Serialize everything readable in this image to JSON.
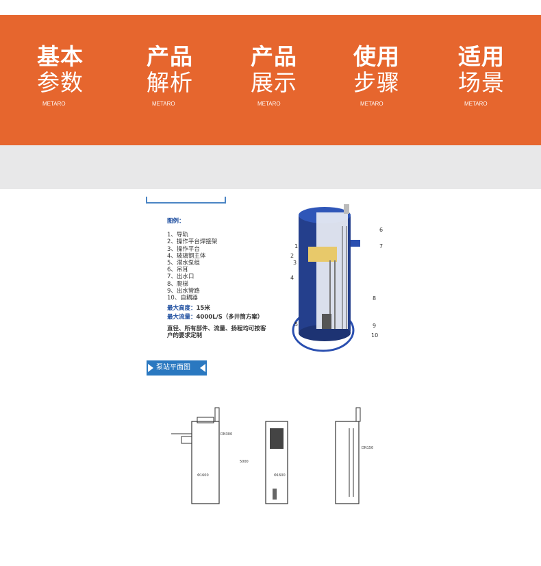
{
  "nav": {
    "items": [
      {
        "line1": "基本",
        "line2": "参数",
        "sub": "METARO"
      },
      {
        "line1": "产品",
        "line2": "解析",
        "sub": "METARO"
      },
      {
        "line1": "产品",
        "line2": "展示",
        "sub": "METARO"
      },
      {
        "line1": "使用",
        "line2": "步骤",
        "sub": "METARO"
      },
      {
        "line1": "适用",
        "line2": "场景",
        "sub": "METARO"
      }
    ],
    "background": "#e6662e"
  },
  "legend": {
    "title": "图例：",
    "items": [
      "1、导轨",
      "2、操作平台焊接架",
      "3、操作平台",
      "4、玻璃钢主体",
      "5、潜水泵组",
      "6、吊耳",
      "7、出水口",
      "8、爬梯",
      "9、出水管路",
      "10、自耦器"
    ],
    "max_height_label": "最大高度：",
    "max_height_value": "15米",
    "max_flow_label": "最大流量：",
    "max_flow_value": "4000L/S（多井筒方案）",
    "note": "直径、所有部件、流量、扬程均可按客户的要求定制"
  },
  "diagram": {
    "callouts": [
      "1",
      "2",
      "3",
      "4",
      "5",
      "6",
      "7",
      "8",
      "9",
      "10"
    ],
    "body_color": "#243f8c"
  },
  "section_badge": {
    "label": "泵站平面图",
    "color": "#2a78c0"
  },
  "plan": {
    "labels": [
      "Φ1600",
      "Φ1600",
      "DN300",
      "DN150",
      "5000"
    ]
  }
}
